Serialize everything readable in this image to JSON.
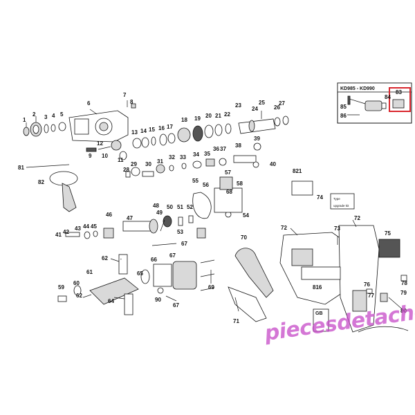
{
  "inset_title": "KD985 - KD990",
  "inset_numbers": [
    "83",
    "84",
    "85",
    "86"
  ],
  "part_numbers": [
    "1",
    "2",
    "3",
    "4",
    "5",
    "6",
    "7",
    "8",
    "9",
    "10",
    "11",
    "12",
    "13",
    "14",
    "15",
    "16",
    "17",
    "18",
    "19",
    "20",
    "21",
    "22",
    "23",
    "24",
    "25",
    "26",
    "27",
    "28",
    "29",
    "30",
    "31",
    "32",
    "33",
    "34",
    "35",
    "36",
    "37",
    "38",
    "39",
    "40",
    "41",
    "42",
    "43",
    "44",
    "45",
    "46",
    "47",
    "48",
    "49",
    "50",
    "51",
    "52",
    "53",
    "54",
    "55",
    "56",
    "57",
    "58",
    "59",
    "60",
    "61",
    "62",
    "62",
    "64",
    "65",
    "66",
    "67",
    "67",
    "67",
    "68",
    "69",
    "70",
    "71",
    "72",
    "72",
    "73",
    "74",
    "75",
    "76",
    "77",
    "78",
    "79",
    "80",
    "81",
    "82",
    "90",
    "816",
    "821"
  ],
  "box_labels": {
    "type_label": "Type",
    "upgrade_kit": "upgrade kit",
    "gb": "GB"
  },
  "watermark": "piecesdetachees.net",
  "colors": {
    "line": "#111111",
    "highlight": "#d9262d",
    "watermark": "#c64ac8"
  }
}
